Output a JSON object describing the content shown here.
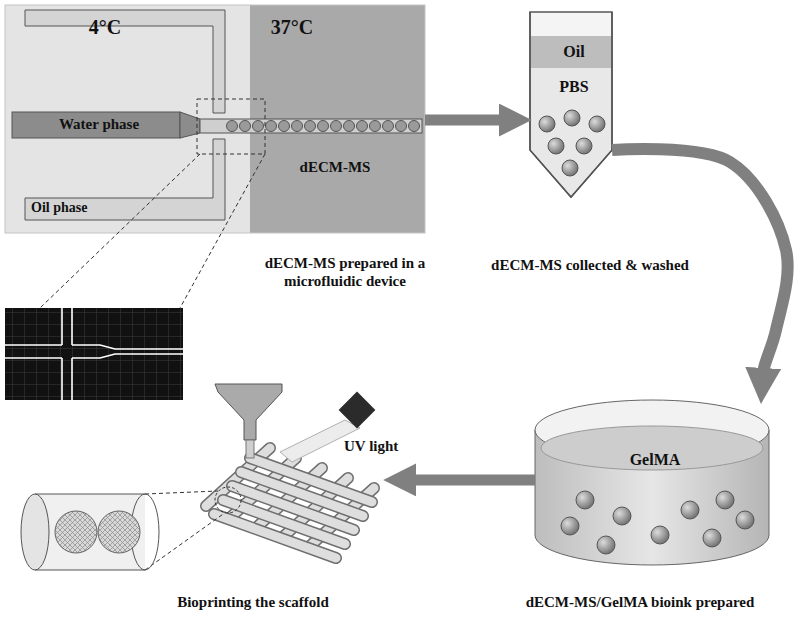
{
  "diagram": {
    "nodes": [
      {
        "text": [
          "dECM-MS prepared in a microfluidic device"
        ]
      },
      {
        "text": [
          "4°C"
        ],
        "in": 0
      },
      {
        "text": [
          "37°C"
        ],
        "in": 0
      },
      {
        "text": [
          "Water phase"
        ],
        "in": 1
      },
      {
        "text": [
          "Oil phase"
        ],
        "in": 1
      },
      {
        "text": [
          "dECM-MS"
        ],
        "in": 2
      },
      {
        "text": [
          "dECM-MS collected & washed"
        ]
      },
      {
        "text": [
          "Oil"
        ],
        "in": 6
      },
      {
        "text": [
          "PBS"
        ],
        "in": 6
      },
      {
        "text": [
          "dECM-MS/GelMA bioink prepared"
        ]
      },
      {
        "text": [
          "GelMA"
        ],
        "in": 9
      },
      {
        "text": [
          "Bioprinting the scaffold"
        ]
      }
    ],
    "edges": [
      {
        "from": 0,
        "to": 6,
        "arrow": "to"
      },
      {
        "from": 6,
        "to": 9,
        "arrow": "to"
      },
      {
        "from": 9,
        "to": 11,
        "arrow": "to"
      }
    ],
    "labels": [
      "UV light"
    ]
  }
}
